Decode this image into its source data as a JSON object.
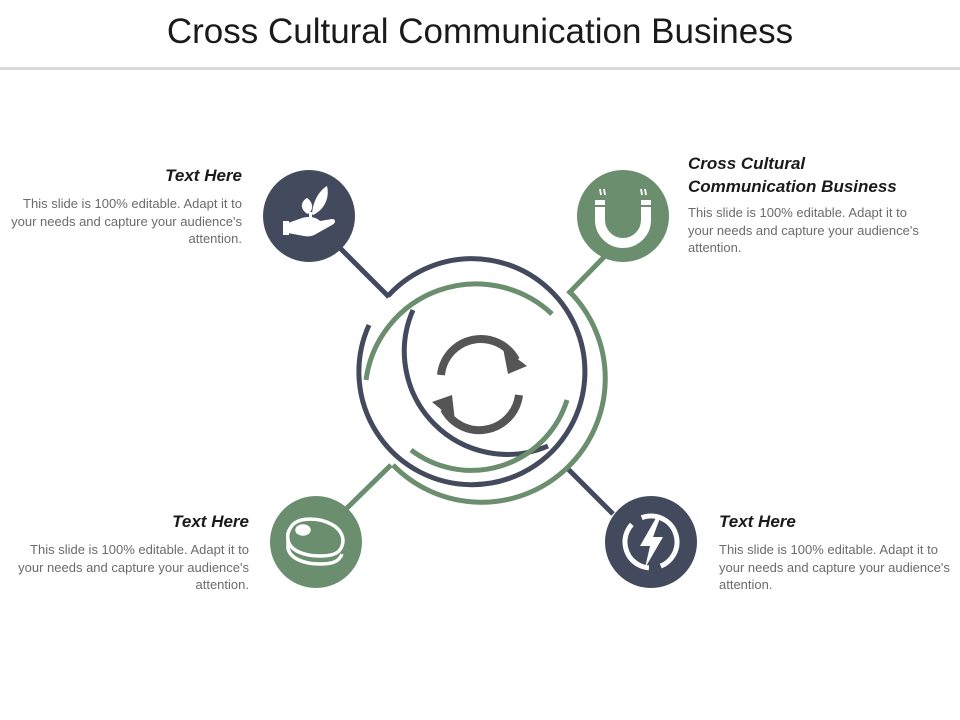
{
  "title": "Cross Cultural Communication Business",
  "colors": {
    "dark": "#434a5d",
    "green": "#6b8e6f",
    "arrows": "#555555"
  },
  "center": {
    "icon": "refresh-icon"
  },
  "items": [
    {
      "heading": "Text Here",
      "body": "This slide is 100% editable. Adapt it to your needs and capture your audience's attention.",
      "icon": "hand-seedling-icon",
      "color": "dark"
    },
    {
      "heading": "Cross Cultural Communication Business",
      "body": "This slide is 100% editable. Adapt it to your needs and capture your audience's attention.",
      "icon": "magnet-icon",
      "color": "green"
    },
    {
      "heading": "Text Here",
      "body": "This slide is 100% editable. Adapt it to your needs and capture your audience's attention.",
      "icon": "steak-icon",
      "color": "green"
    },
    {
      "heading": "Text Here",
      "body": "This slide is 100% editable. Adapt it to your needs and capture your audience's attention.",
      "icon": "lightning-icon",
      "color": "dark"
    }
  ]
}
